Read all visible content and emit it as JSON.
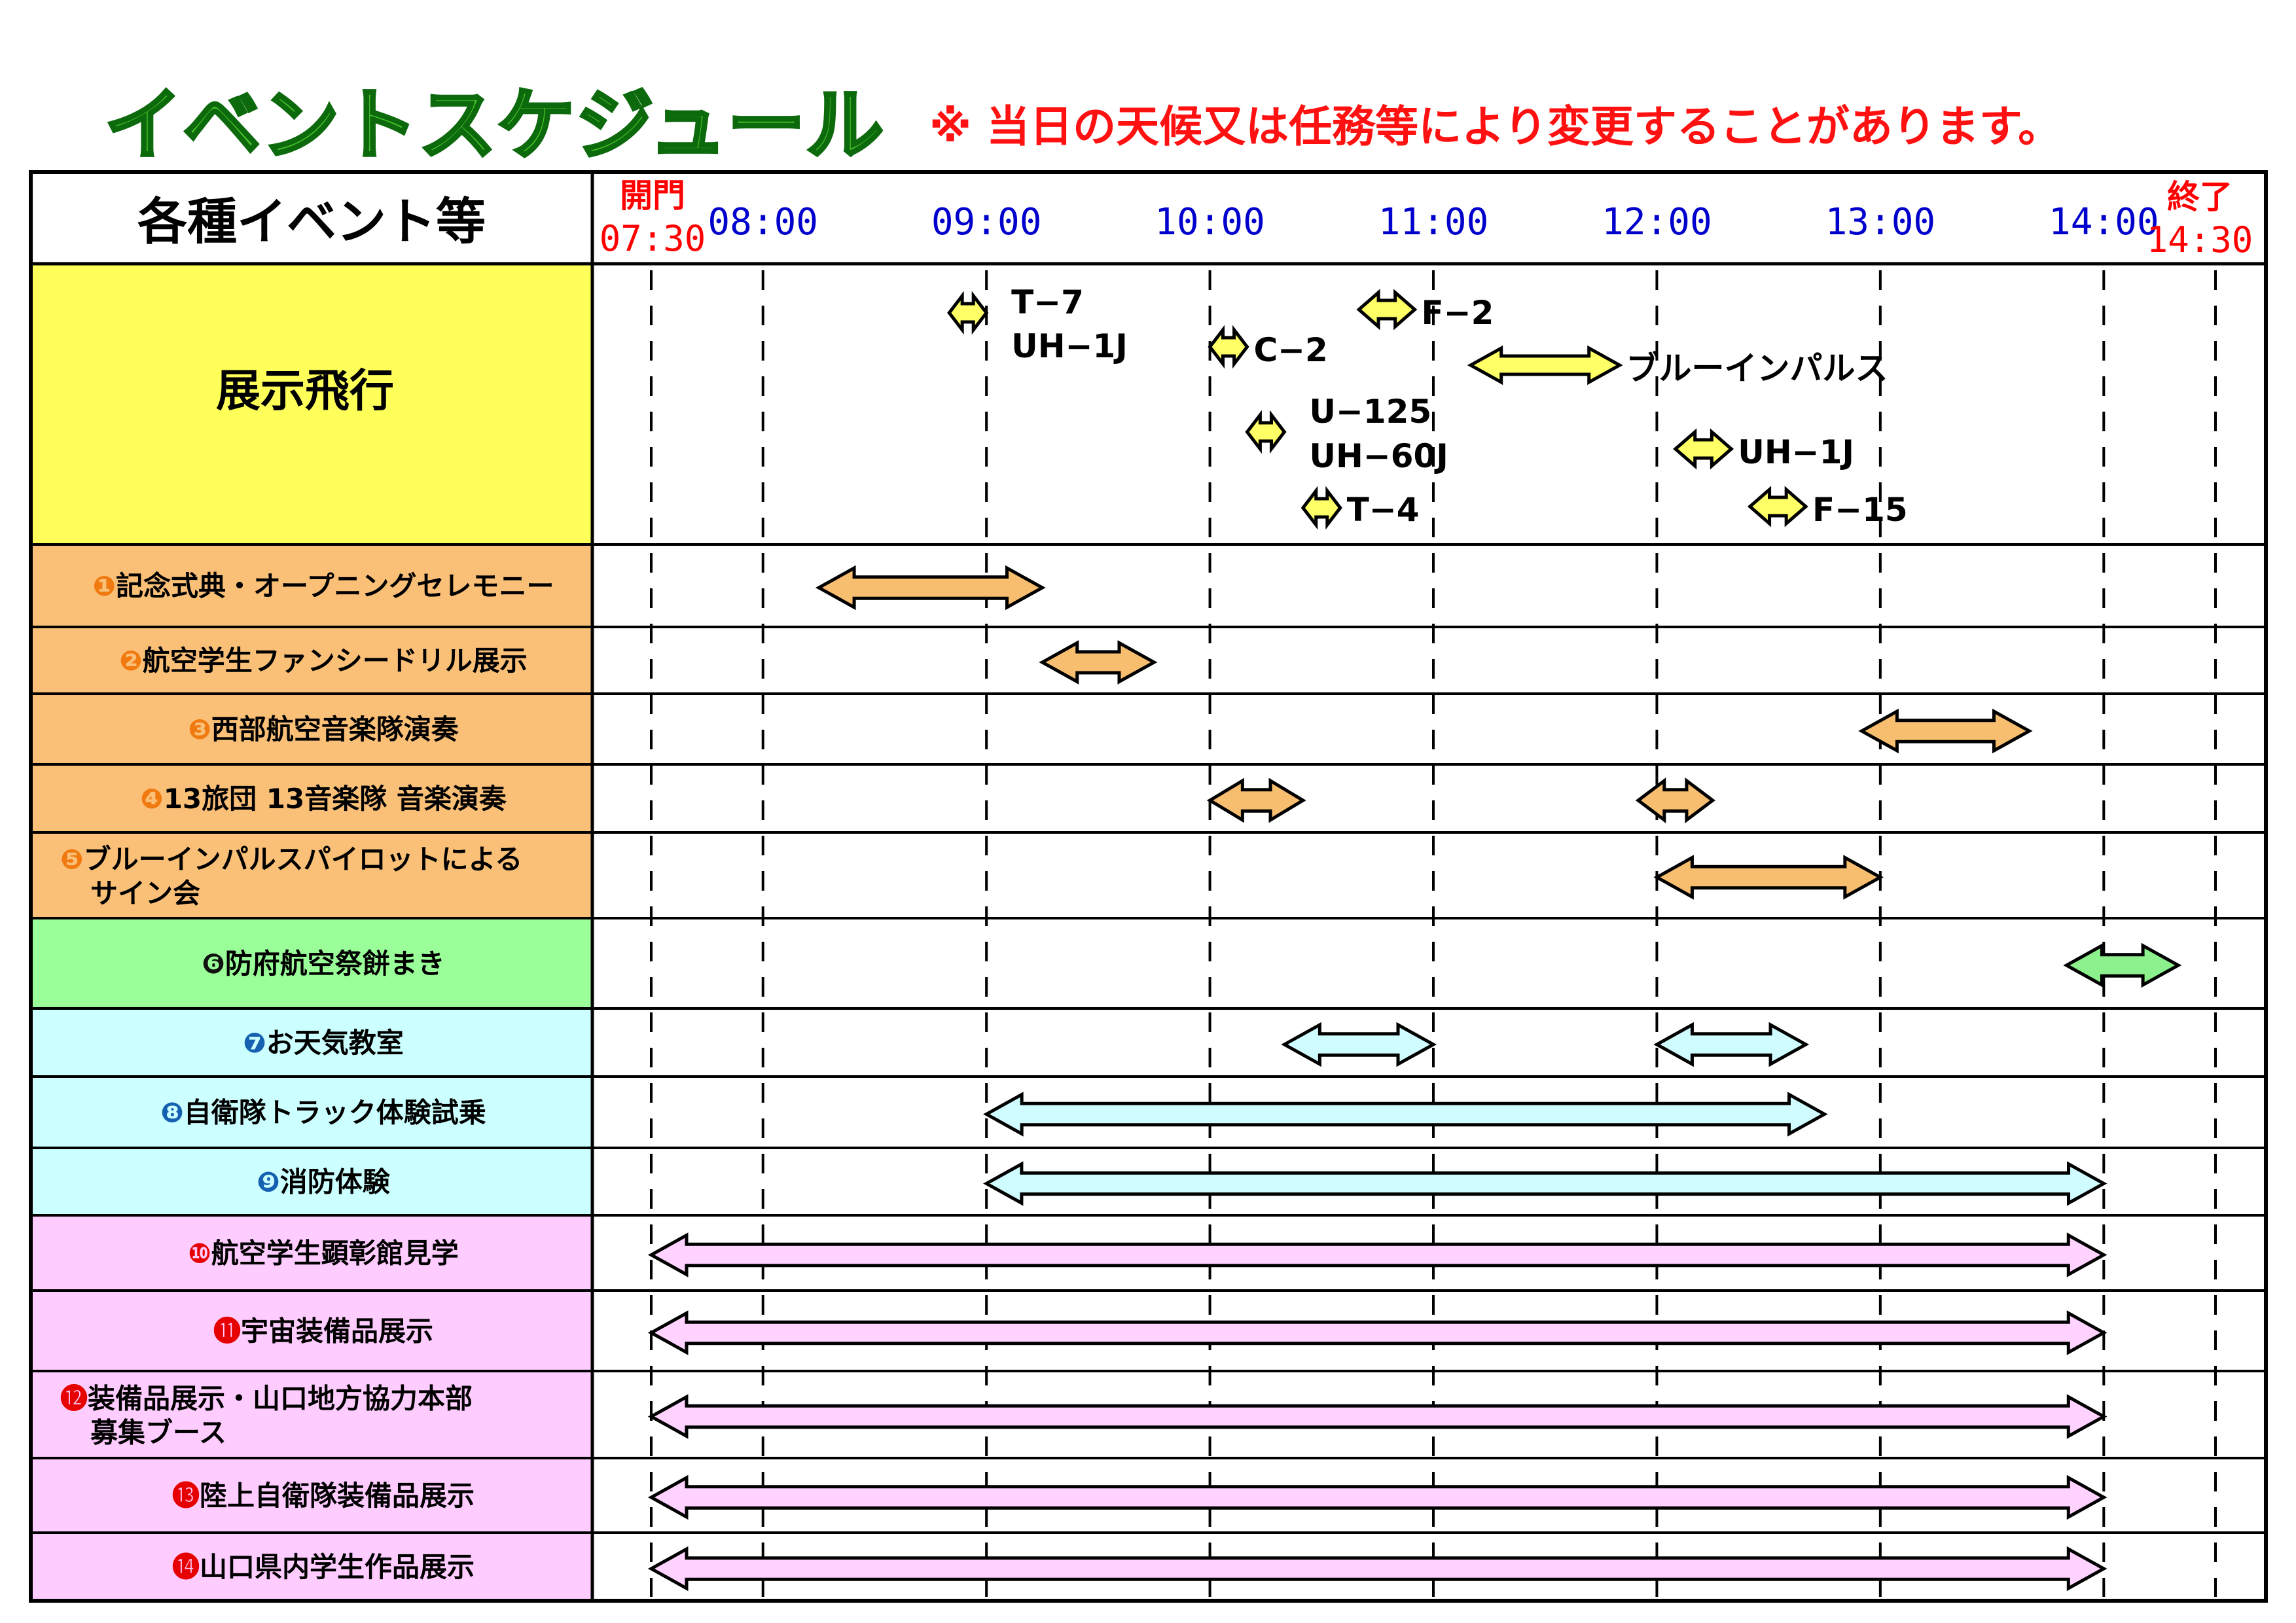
{
  "page": {
    "title": "イベントスケジュール",
    "notice": "※ 当日の天候又は任務等により変更することがあります。"
  },
  "chart_data": {
    "type": "gantt",
    "category_header": "各種イベント等",
    "open_label": "開門",
    "close_label": "終了",
    "time_ticks": [
      "07:30",
      "08:00",
      "09:00",
      "10:00",
      "11:00",
      "12:00",
      "13:00",
      "14:00",
      "14:30"
    ],
    "time_range": [
      "07:30",
      "14:30"
    ],
    "colors": {
      "flight": "#ffff5a",
      "orange": "#fac078",
      "green": "#9aff99",
      "cyan": "#ccffff",
      "pink": "#ffccff",
      "flight_arrow": "#ffff66",
      "orange_arrow": "#f8be70",
      "green_arrow": "#8cf08c",
      "cyan_arrow": "#cffcff",
      "pink_arrow": "#ffd2ff",
      "num_orange": "#f07a10",
      "num_green": "#111111",
      "num_blue": "#1560b0",
      "num_red": "#e60000",
      "tick_blue": "#0000cc",
      "tick_red": "#ff0000",
      "grid_line": "#000000"
    },
    "rows": [
      {
        "num": "",
        "label": [
          "展示飛行"
        ],
        "fill": "flight",
        "bars": [
          {
            "start": "08:50",
            "end": "09:00",
            "text": [
              "T−7",
              "UH−1J"
            ]
          },
          {
            "start": "10:00",
            "end": "10:10",
            "text": [
              "C−2"
            ]
          },
          {
            "start": "10:10",
            "end": "10:20",
            "text": [
              "U−125",
              "UH−60J"
            ]
          },
          {
            "start": "10:25",
            "end": "10:35",
            "text": [
              "T−4"
            ]
          },
          {
            "start": "10:40",
            "end": "10:55",
            "text": [
              "F−2"
            ]
          },
          {
            "start": "11:10",
            "end": "11:50",
            "text": [
              "ブルーインパルス"
            ]
          },
          {
            "start": "12:05",
            "end": "12:20",
            "text": [
              "UH−1J"
            ]
          },
          {
            "start": "12:25",
            "end": "12:40",
            "text": [
              "F−15"
            ]
          }
        ]
      },
      {
        "num": "❶",
        "numColor": "num_orange",
        "label": [
          "記念式典・オープニングセレモニー"
        ],
        "fill": "orange",
        "bars": [
          {
            "start": "08:15",
            "end": "09:15"
          }
        ]
      },
      {
        "num": "❷",
        "numColor": "num_orange",
        "label": [
          "航空学生ファンシードリル展示"
        ],
        "fill": "orange",
        "bars": [
          {
            "start": "09:15",
            "end": "09:45"
          }
        ]
      },
      {
        "num": "❸",
        "numColor": "num_orange",
        "label": [
          "西部航空音楽隊演奏"
        ],
        "fill": "orange",
        "bars": [
          {
            "start": "12:55",
            "end": "13:40"
          }
        ]
      },
      {
        "num": "❹",
        "numColor": "num_orange",
        "label": [
          "13旅団 13音楽隊 音楽演奏"
        ],
        "fill": "orange",
        "bars": [
          {
            "start": "10:00",
            "end": "10:25"
          },
          {
            "start": "11:55",
            "end": "12:15"
          }
        ]
      },
      {
        "num": "❺",
        "numColor": "num_orange",
        "label": [
          "ブルーインパルスパイロットによる",
          "サイン会"
        ],
        "fill": "orange",
        "bars": [
          {
            "start": "12:00",
            "end": "13:00"
          }
        ]
      },
      {
        "num": "❻",
        "numColor": "num_green",
        "label": [
          "防府航空祭餅まき"
        ],
        "fill": "green",
        "bars": [
          {
            "start": "13:50",
            "end": "14:20"
          }
        ]
      },
      {
        "num": "❼",
        "numColor": "num_blue",
        "label": [
          "お天気教室"
        ],
        "fill": "cyan",
        "bars": [
          {
            "start": "10:20",
            "end": "11:00"
          },
          {
            "start": "12:00",
            "end": "12:40"
          }
        ]
      },
      {
        "num": "❽",
        "numColor": "num_blue",
        "label": [
          "自衛隊トラック体験試乗"
        ],
        "fill": "cyan",
        "bars": [
          {
            "start": "09:00",
            "end": "12:45"
          }
        ]
      },
      {
        "num": "❾",
        "numColor": "num_blue",
        "label": [
          "消防体験"
        ],
        "fill": "cyan",
        "bars": [
          {
            "start": "09:00",
            "end": "14:00"
          }
        ]
      },
      {
        "num": "❿",
        "numColor": "num_red",
        "label": [
          "航空学生顕彰館見学"
        ],
        "fill": "pink",
        "bars": [
          {
            "start": "07:30",
            "end": "14:00"
          }
        ]
      },
      {
        "num": "⓫",
        "numColor": "num_red",
        "label": [
          "宇宙装備品展示"
        ],
        "fill": "pink",
        "bars": [
          {
            "start": "07:30",
            "end": "14:00"
          }
        ]
      },
      {
        "num": "⓬",
        "numColor": "num_red",
        "label": [
          "装備品展示・山口地方協力本部",
          "募集ブース"
        ],
        "fill": "pink",
        "bars": [
          {
            "start": "07:30",
            "end": "14:00"
          }
        ]
      },
      {
        "num": "⓭",
        "numColor": "num_red",
        "label": [
          "陸上自衛隊装備品展示"
        ],
        "fill": "pink",
        "bars": [
          {
            "start": "07:30",
            "end": "14:00"
          }
        ]
      },
      {
        "num": "⓮",
        "numColor": "num_red",
        "label": [
          "山口県内学生作品展示"
        ],
        "fill": "pink",
        "bars": [
          {
            "start": "07:30",
            "end": "14:00"
          }
        ]
      }
    ]
  }
}
